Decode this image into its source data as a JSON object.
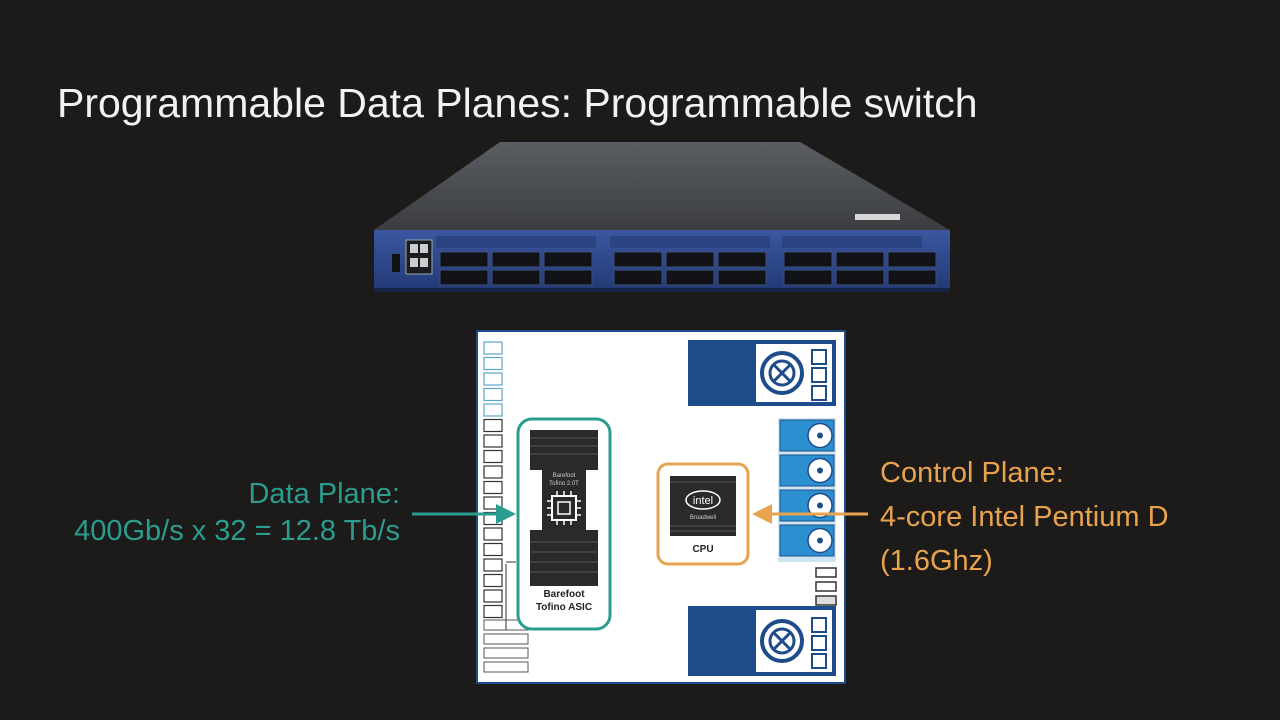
{
  "slide": {
    "title": "Programmable Data Planes: Programmable switch"
  },
  "data_plane": {
    "heading": "Data Plane:",
    "detail": "400Gb/s x 32 = 12.8 Tb/s",
    "color": "#2a9d8f"
  },
  "control_plane": {
    "heading": "Control Plane:",
    "detail": "4-core Intel Pentium D",
    "clock": "(1.6Ghz)",
    "color": "#e8a34f"
  },
  "board": {
    "asic_chip_top": "Barefoot",
    "asic_chip_model": "Tofino 2.0T",
    "asic_label_line1": "Barefoot",
    "asic_label_line2": "Tofino ASIC",
    "cpu_brand": "intel",
    "cpu_sub": "Broadwell",
    "cpu_label": "CPU"
  },
  "icons": [
    "fan-icon",
    "chip-icon",
    "arrow-icon"
  ]
}
